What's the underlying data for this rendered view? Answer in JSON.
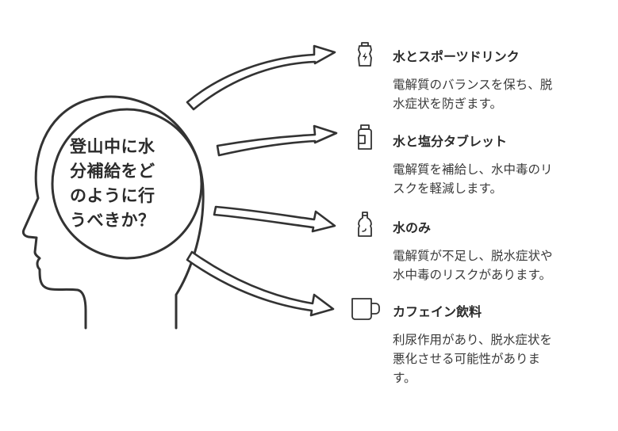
{
  "center": {
    "lines": [
      "登山中に水",
      "分補給をど",
      "のように行",
      "うべきか？"
    ]
  },
  "items": [
    {
      "icon": "sports-bottle-icon",
      "title": "水とスポーツドリンク",
      "desc_lines": [
        "電解質のバランスを保ち、脱",
        "水症状を防ぎます。"
      ]
    },
    {
      "icon": "tablet-bottle-icon",
      "title": "水と塩分タブレット",
      "desc_lines": [
        "電解質を補給し、水中毒のリ",
        "スクを軽減します。"
      ]
    },
    {
      "icon": "water-bottle-icon",
      "title": "水のみ",
      "desc_lines": [
        "電解質が不足し、脱水症状や",
        "水中毒のリスクがあります。"
      ]
    },
    {
      "icon": "mug-icon",
      "title": "カフェイン飲料",
      "desc_lines": [
        "利尿作用があり、脱水症状を",
        "悪化させる可能性がありま",
        "す。"
      ]
    }
  ],
  "colors": {
    "stroke": "#333333",
    "text": "#2b2b2b",
    "background": "#ffffff"
  }
}
